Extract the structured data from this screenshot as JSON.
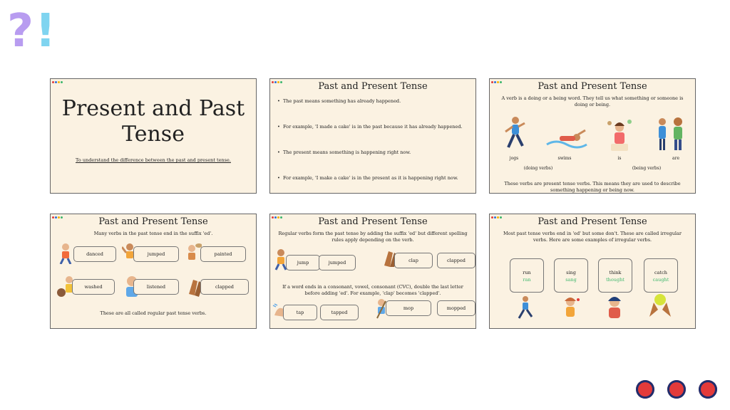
{
  "brand_dots": [
    "#e33a3a",
    "#2f6fd6",
    "#f4b400",
    "#3cb66a"
  ],
  "slide1": {
    "title": "Present and Past Tense",
    "subtitle": "To understand the difference between the past and present tense."
  },
  "slide2": {
    "title": "Past and Present Tense",
    "bullets": [
      "The past means something has already happened.",
      "For example, 'I made a cake' is in the past because it has already happened.",
      "The present means something is happening right now.",
      "For example, 'I make a cake' is in the present as it is happening right now."
    ]
  },
  "slide3": {
    "title": "Past and Present Tense",
    "intro": "A verb is a doing or a being word. They tell us what something or someone is doing or being.",
    "verbs": [
      "jogs",
      "swims",
      "is",
      "are"
    ],
    "group_doing": "(doing verbs)",
    "group_being": "(being verbs)",
    "footer": "These verbs are present tense verbs. This means they are used to describe something happening or being now."
  },
  "slide4": {
    "title": "Past and Present Tense",
    "intro": "Many verbs in the past tense end in the suffix 'ed'.",
    "words": [
      "danced",
      "jumped",
      "painted",
      "washed",
      "listened",
      "clapped"
    ],
    "footer": "These are all called regular past tense verbs."
  },
  "slide5": {
    "title": "Past and Present Tense",
    "intro": "Regular verbs form the past tense by adding the suffix 'ed' but different spelling rules apply depending on the verb.",
    "pairs1": [
      "jump",
      "jumped",
      "clap",
      "clapped"
    ],
    "rule": "If a word ends in a consonant, vowel, consonant (CVC), double the last letter before adding 'ed'. For example, 'clap' becomes 'clapped'.",
    "pairs2": [
      "tap",
      "tapped",
      "mop",
      "mopped"
    ]
  },
  "slide6": {
    "title": "Past and Present Tense",
    "intro": "Most past tense verbs end in 'ed' but some don't. These are called irregular verbs. Here are some examples of irregular verbs.",
    "cards": [
      {
        "present": "run",
        "past": "ran"
      },
      {
        "present": "sing",
        "past": "sang"
      },
      {
        "present": "think",
        "past": "thought"
      },
      {
        "present": "catch",
        "past": "caught"
      }
    ]
  },
  "colors": {
    "slide_bg": "#fbf2e2",
    "past_text": "#3cb66a",
    "accent_red": "#e33a3a",
    "question_mark": "#b89cf0",
    "exclaim": "#7fd4f0"
  }
}
